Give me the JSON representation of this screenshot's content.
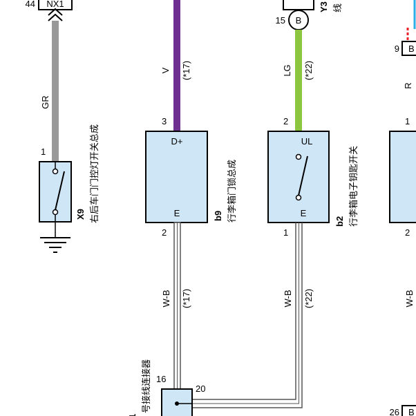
{
  "diagram": {
    "colors": {
      "gray_wire": "#999999",
      "violet_wire": "#6e2f91",
      "light_green_wire": "#8cc63f",
      "red_wire": "#e8212a",
      "blue_wire": "#2ab0e6",
      "component_fill": "#cfe6f7",
      "shielded_wire": "#5a5a5a"
    },
    "top_connector_nx1": {
      "pin": "44",
      "label": "NX1"
    },
    "wire_gr": {
      "color_code": "GR"
    },
    "switch_x9": {
      "pin": "1",
      "code": "X9",
      "name": "右后车门门控灯开关总成"
    },
    "wire_v": {
      "color_code": "V",
      "note": "(*17)"
    },
    "lock_b9": {
      "pin_top": "3",
      "terminal_top": "D+",
      "terminal_bottom": "E",
      "pin_bottom": "2",
      "code": "b9",
      "name": "行李箱门锁总成"
    },
    "ground_wire_b9": {
      "color_code": "W-B",
      "note": "(*17)"
    },
    "connector_y3": {
      "pin": "15",
      "letter": "B",
      "code_partial": "Y3",
      "text_partial": "线"
    },
    "wire_lg": {
      "color_code": "LG",
      "note": "(*22)"
    },
    "switch_b2": {
      "pin_top": "2",
      "terminal_top": "UL",
      "terminal_bottom": "E",
      "pin_bottom": "1",
      "code": "b2",
      "name": "行李箱电子钥匙开关"
    },
    "ground_wire_b2": {
      "color_code": "W-B",
      "note": "(*22)"
    },
    "junction": {
      "pin_left": "16",
      "pin_right": "20",
      "code_partial": "1",
      "name_partial": "号接线连接器"
    },
    "right_connector": {
      "pin": "9",
      "letter": "B"
    },
    "wire_r": {
      "color_code": "R"
    },
    "right_component": {
      "pin_top": "1",
      "pin_bottom": "2"
    },
    "right_ground_wire": {
      "color_code": "W-B"
    },
    "bottom_right_connector": {
      "pin": "26",
      "letter": "B"
    }
  }
}
